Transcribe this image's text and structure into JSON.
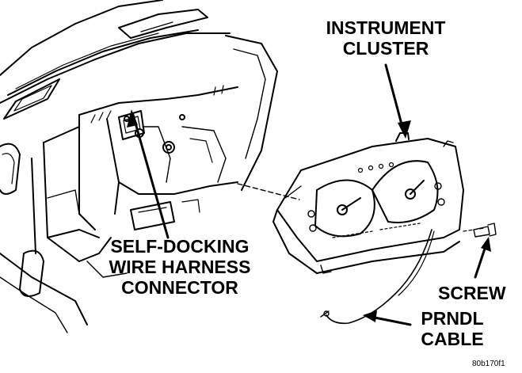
{
  "labels": {
    "instrument_cluster": [
      "INSTRUMENT",
      "CLUSTER"
    ],
    "harness_connector": [
      "SELF-DOCKING",
      "WIRE HARNESS",
      "CONNECTOR"
    ],
    "screw": "SCREW",
    "prndl_cable": [
      "PRNDL",
      "CABLE"
    ],
    "figure_code": "80b170f1"
  },
  "colors": {
    "ink": "#000000",
    "paper": "#ffffff"
  }
}
